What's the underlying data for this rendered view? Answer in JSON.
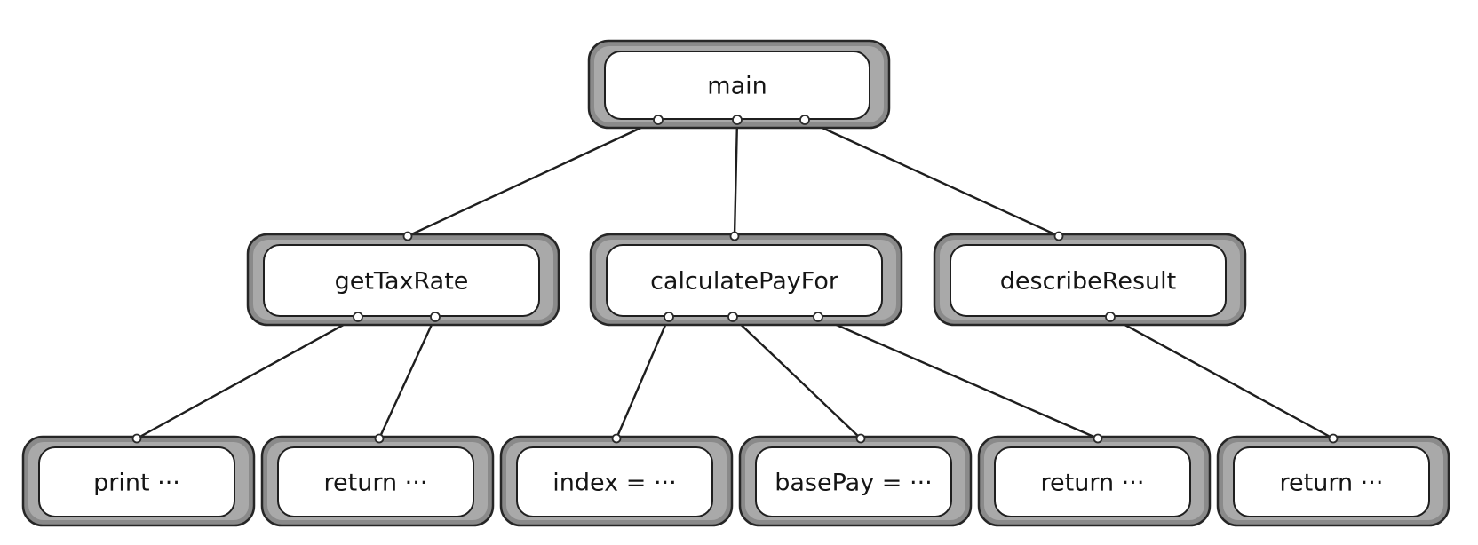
{
  "diagram": {
    "nodes": [
      {
        "id": "main",
        "label": "main"
      },
      {
        "id": "getTaxRate",
        "label": "getTaxRate"
      },
      {
        "id": "calculatePayFor",
        "label": "calculatePayFor"
      },
      {
        "id": "describeResult",
        "label": "describeResult"
      },
      {
        "id": "print",
        "label": "print ···"
      },
      {
        "id": "return1",
        "label": "return ···"
      },
      {
        "id": "index",
        "label": "index = ···"
      },
      {
        "id": "basePay",
        "label": "basePay = ···"
      },
      {
        "id": "return2",
        "label": "return ···"
      },
      {
        "id": "return3",
        "label": "return ···"
      }
    ],
    "edges": [
      {
        "from": "main",
        "to": "getTaxRate"
      },
      {
        "from": "main",
        "to": "calculatePayFor"
      },
      {
        "from": "main",
        "to": "describeResult"
      },
      {
        "from": "getTaxRate",
        "to": "print"
      },
      {
        "from": "getTaxRate",
        "to": "return1"
      },
      {
        "from": "calculatePayFor",
        "to": "index"
      },
      {
        "from": "calculatePayFor",
        "to": "basePay"
      },
      {
        "from": "calculatePayFor",
        "to": "return2"
      },
      {
        "from": "describeResult",
        "to": "return3"
      }
    ]
  }
}
